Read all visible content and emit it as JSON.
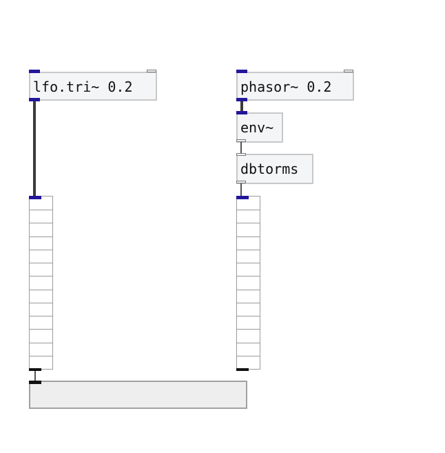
{
  "patch": {
    "objects": [
      {
        "id": "lfo",
        "text": "lfo.tri~ 0.2"
      },
      {
        "id": "phasor",
        "text": "phasor~ 0.2"
      },
      {
        "id": "env",
        "text": "env~"
      },
      {
        "id": "dbtorms",
        "text": "dbtorms"
      }
    ],
    "meters": [
      {
        "id": "meter-left",
        "segments": 13
      },
      {
        "id": "meter-right",
        "segments": 13
      }
    ],
    "colors": {
      "signal_inlet": "#22169a",
      "box_border": "#c8c8c8",
      "box_fill": "#f4f5f7",
      "cord": "#3b3b3b",
      "canvas": "#ffffff"
    }
  }
}
